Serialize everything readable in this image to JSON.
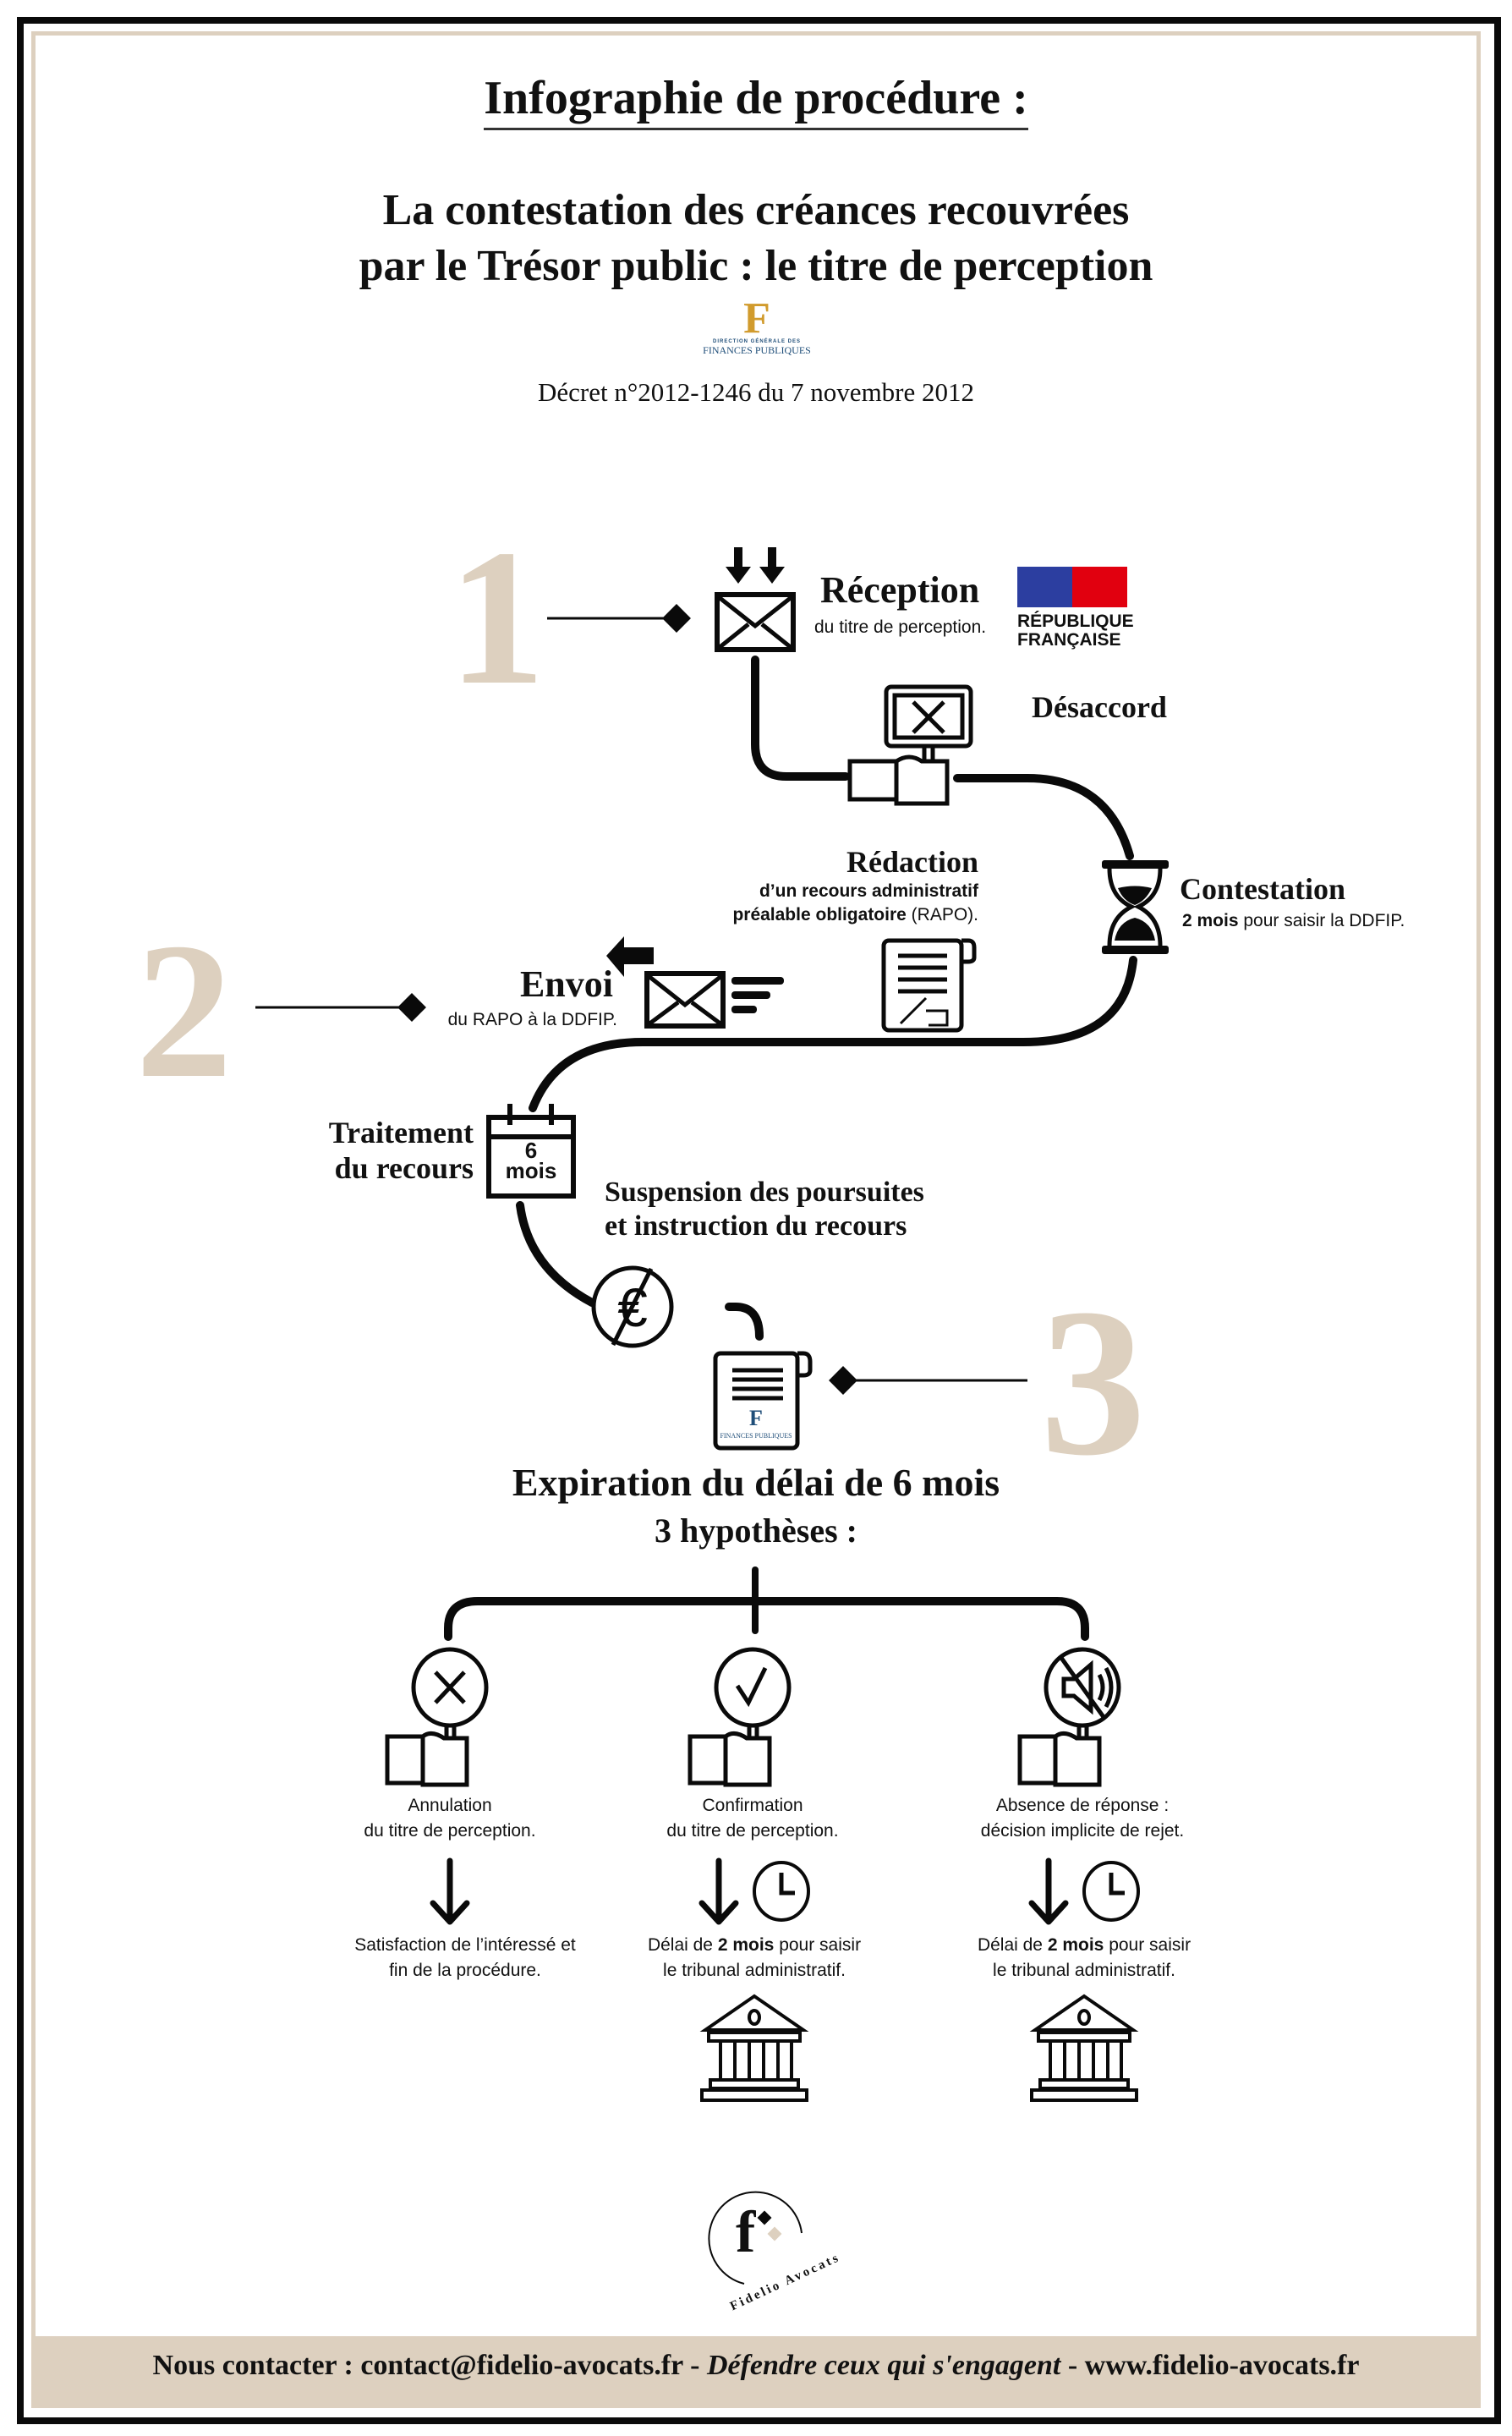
{
  "header": {
    "title": "Infographie de procédure :",
    "subtitle_line1": "La contestation des créances recouvrées",
    "subtitle_line2": "par le Trésor public : le titre de perception",
    "dgfip_logo": {
      "letter": "F",
      "small": "DIRECTION GÉNÉRALE DES",
      "big": "FINANCES PUBLIQUES"
    },
    "decree": "Décret n°2012-1246 du 7 novembre 2012"
  },
  "steps": {
    "one": {
      "numeral": "1",
      "title": "Réception",
      "desc": "du titre de perception."
    },
    "republique": {
      "line1": "RÉPUBLIQUE",
      "line2": "FRANÇAISE"
    },
    "desaccord": "Désaccord",
    "contestation": {
      "title": "Contestation",
      "desc_bold": "2 mois",
      "desc_rest": " pour saisir la DDFIP."
    },
    "redaction": {
      "title": "Rédaction",
      "line1": "d’un recours administratif",
      "line2_bold": "préalable obligatoire",
      "line2_rest": " (RAPO)."
    },
    "two": {
      "numeral": "2",
      "title": "Envoi",
      "desc": "du RAPO à la DDFIP."
    },
    "traitement": {
      "line1": "Traitement",
      "line2": "du recours",
      "calendar_num": "6",
      "calendar_unit": "mois"
    },
    "suspension": {
      "line1": "Suspension des poursuites",
      "line2": "et instruction du recours"
    },
    "three": {
      "numeral": "3"
    },
    "expiration": {
      "title": "Expiration du délai de 6 mois",
      "subtitle": "3 hypothèses :"
    }
  },
  "hypotheses": [
    {
      "icon": "x-sign-icon",
      "line1": "Annulation",
      "line2": "du titre de perception.",
      "result_line1": "Satisfaction de l’intéressé et",
      "result_line2": "fin de la procédure.",
      "clock": false,
      "court": false
    },
    {
      "icon": "check-sign-icon",
      "line1": "Confirmation",
      "line2": "du titre de perception.",
      "result_pre": "Délai de ",
      "result_bold": "2 mois",
      "result_post": " pour saisir",
      "result_line2": "le tribunal administratif.",
      "clock": true,
      "court": true
    },
    {
      "icon": "mute-sign-icon",
      "line1": "Absence de réponse :",
      "line2": "décision implicite de rejet.",
      "result_pre": "Délai de ",
      "result_bold": "2 mois",
      "result_post": " pour saisir",
      "result_line2": "le tribunal administratif.",
      "clock": true,
      "court": true
    }
  ],
  "logo": {
    "letter": "f",
    "text": "Fidelio Avocats"
  },
  "footer": {
    "contact": "Nous contacter : contact@fidelio-avocats.fr - ",
    "slogan": "Défendre ceux qui s'engagent",
    "website": " - www.fidelio-avocats.fr"
  },
  "colors": {
    "beige": "#ddd0bf",
    "ink": "#0a0a0a",
    "flag_blue": "#2c3ea0",
    "flag_red": "#e1000f",
    "dgfip_blue": "#1f4e79",
    "dgfip_gold": "#d19b2d"
  }
}
